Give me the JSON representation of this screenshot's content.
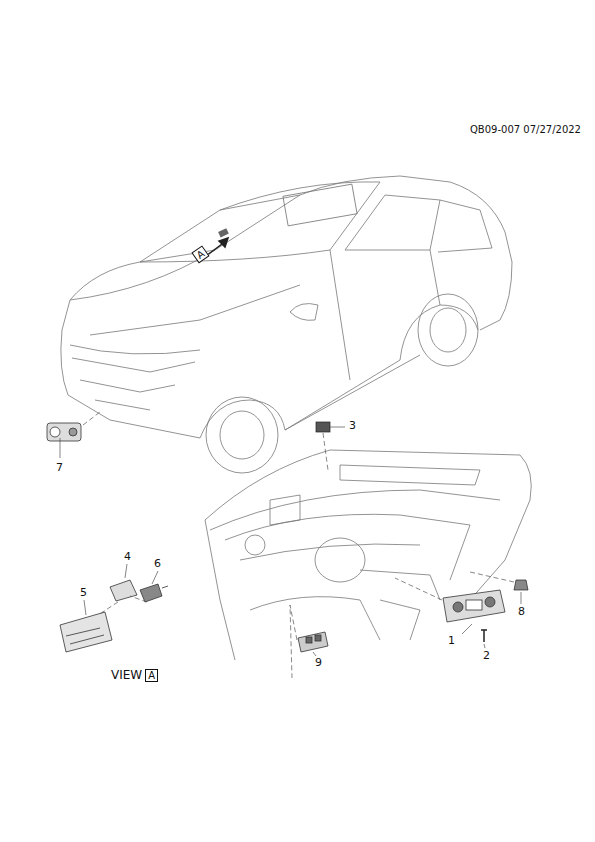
{
  "diagram": {
    "nodes": [
      {
        "text": [
          "A"
        ]
      },
      {
        "text": [
          "A"
        ]
      }
    ],
    "edges": [],
    "labels": [
      "QB09-007 07/27/2022",
      "3",
      "7",
      "4",
      "6",
      "5",
      "1",
      "2",
      "8",
      "9",
      "VIEW"
    ]
  }
}
